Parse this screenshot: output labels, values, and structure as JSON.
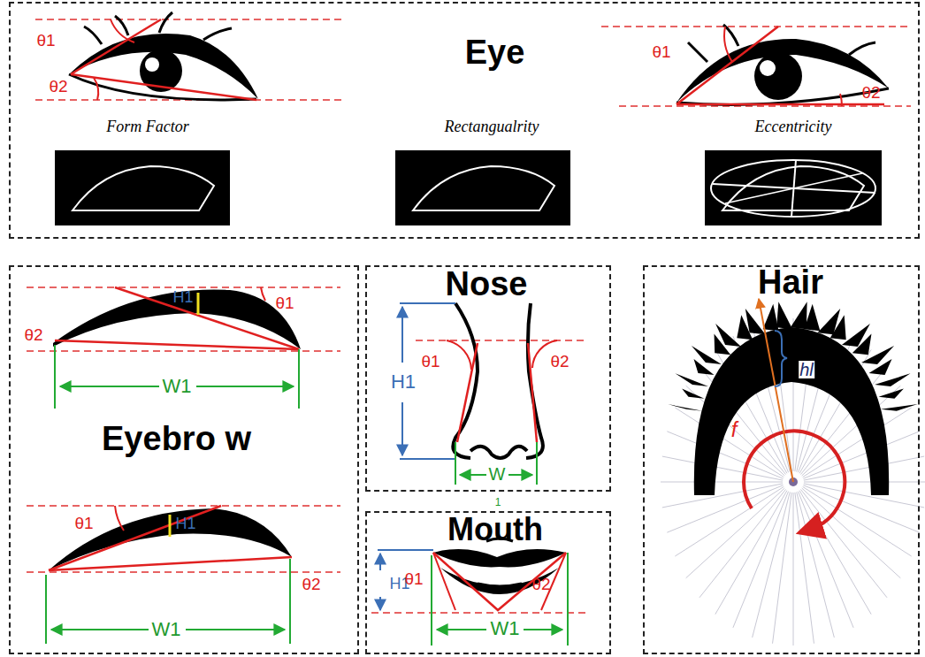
{
  "diagram": {
    "nodes": [
      {
        "text": [
          "Eye"
        ]
      },
      {
        "text": [
          "Eyebro w"
        ]
      },
      {
        "text": [
          "Nose"
        ]
      },
      {
        "text": [
          "Mouth"
        ]
      },
      {
        "text": [
          "Hair"
        ]
      }
    ],
    "labels": [
      "θ1",
      "θ2",
      "θ1",
      "θ2",
      "Form Factor",
      "Rectangualrity",
      "Eccentricity",
      "H1",
      "θ1",
      "θ2",
      "W1",
      "θ1",
      "H1",
      "θ2",
      "W1",
      "θ1",
      "θ2",
      "H1",
      "W",
      "1",
      "H1",
      "θ1",
      "θ2",
      "W1",
      "hl",
      "f"
    ]
  }
}
